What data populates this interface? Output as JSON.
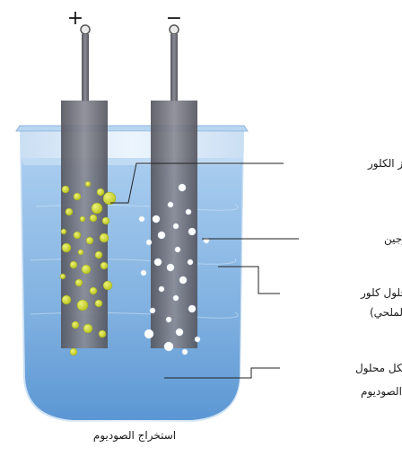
{
  "terminals": {
    "positive": "+",
    "negative": "−"
  },
  "labels": {
    "chlorine_gas": "غاز الكلور",
    "hydrogen_gas": "غاز الهدروجين",
    "brine_line1": "محلول كلور",
    "brine_line2": "الصوديوم (الملحي)",
    "hydroxide_line1": "تشكل محلول",
    "hydroxide_line2": "ماءات الصوديوم"
  },
  "caption": "استخراج الصوديوم",
  "colors": {
    "solution": "#7fb2e0",
    "electrode": "#6e6f7a",
    "chlorine_bubbles": "#c7d32a",
    "hydrogen_bubbles": "#ffffff",
    "leader_lines": "#222222"
  }
}
